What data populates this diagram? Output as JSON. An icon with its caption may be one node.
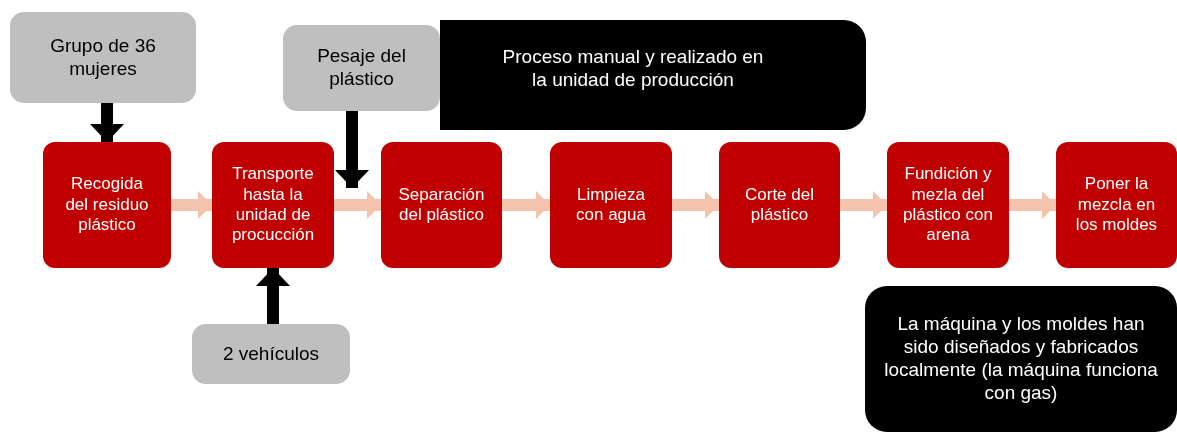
{
  "diagram": {
    "nodes": [
      {
        "text": [
          "Grupo de 36 mujeres"
        ]
      },
      {
        "text": [
          "Pesaje del plástico"
        ]
      },
      {
        "text": [
          "Proceso manual y realizado en la unidad de producción"
        ]
      },
      {
        "text": [
          "Recogida del residuo plástico"
        ]
      },
      {
        "text": [
          "Transporte hasta la unidad de procucción"
        ]
      },
      {
        "text": [
          "Separación del plástico"
        ]
      },
      {
        "text": [
          "Limpieza con agua"
        ]
      },
      {
        "text": [
          "Corte del plástico"
        ]
      },
      {
        "text": [
          "Fundición y mezla del plástico con arena"
        ]
      },
      {
        "text": [
          "Poner la mezcla en los moldes"
        ]
      },
      {
        "text": [
          "2 vehículos"
        ]
      },
      {
        "text": [
          "La máquina y los moldes han sido diseñados y fabricados localmente (la máquina funciona con gas)"
        ]
      }
    ],
    "edges": [
      {
        "from": 0,
        "to": 3,
        "arrow": "to",
        "color": "#000000"
      },
      {
        "from": 1,
        "to": 5,
        "arrow": "to",
        "color": "#000000"
      },
      {
        "from": 10,
        "to": 4,
        "arrow": "to",
        "color": "#000000"
      },
      {
        "from": 3,
        "to": 4,
        "arrow": "to"
      },
      {
        "from": 4,
        "to": 5,
        "arrow": "to"
      },
      {
        "from": 5,
        "to": 6,
        "arrow": "to"
      },
      {
        "from": 6,
        "to": 7,
        "arrow": "to"
      },
      {
        "from": 7,
        "to": 8,
        "arrow": "to"
      },
      {
        "from": 8,
        "to": 9,
        "arrow": "to"
      }
    ]
  }
}
